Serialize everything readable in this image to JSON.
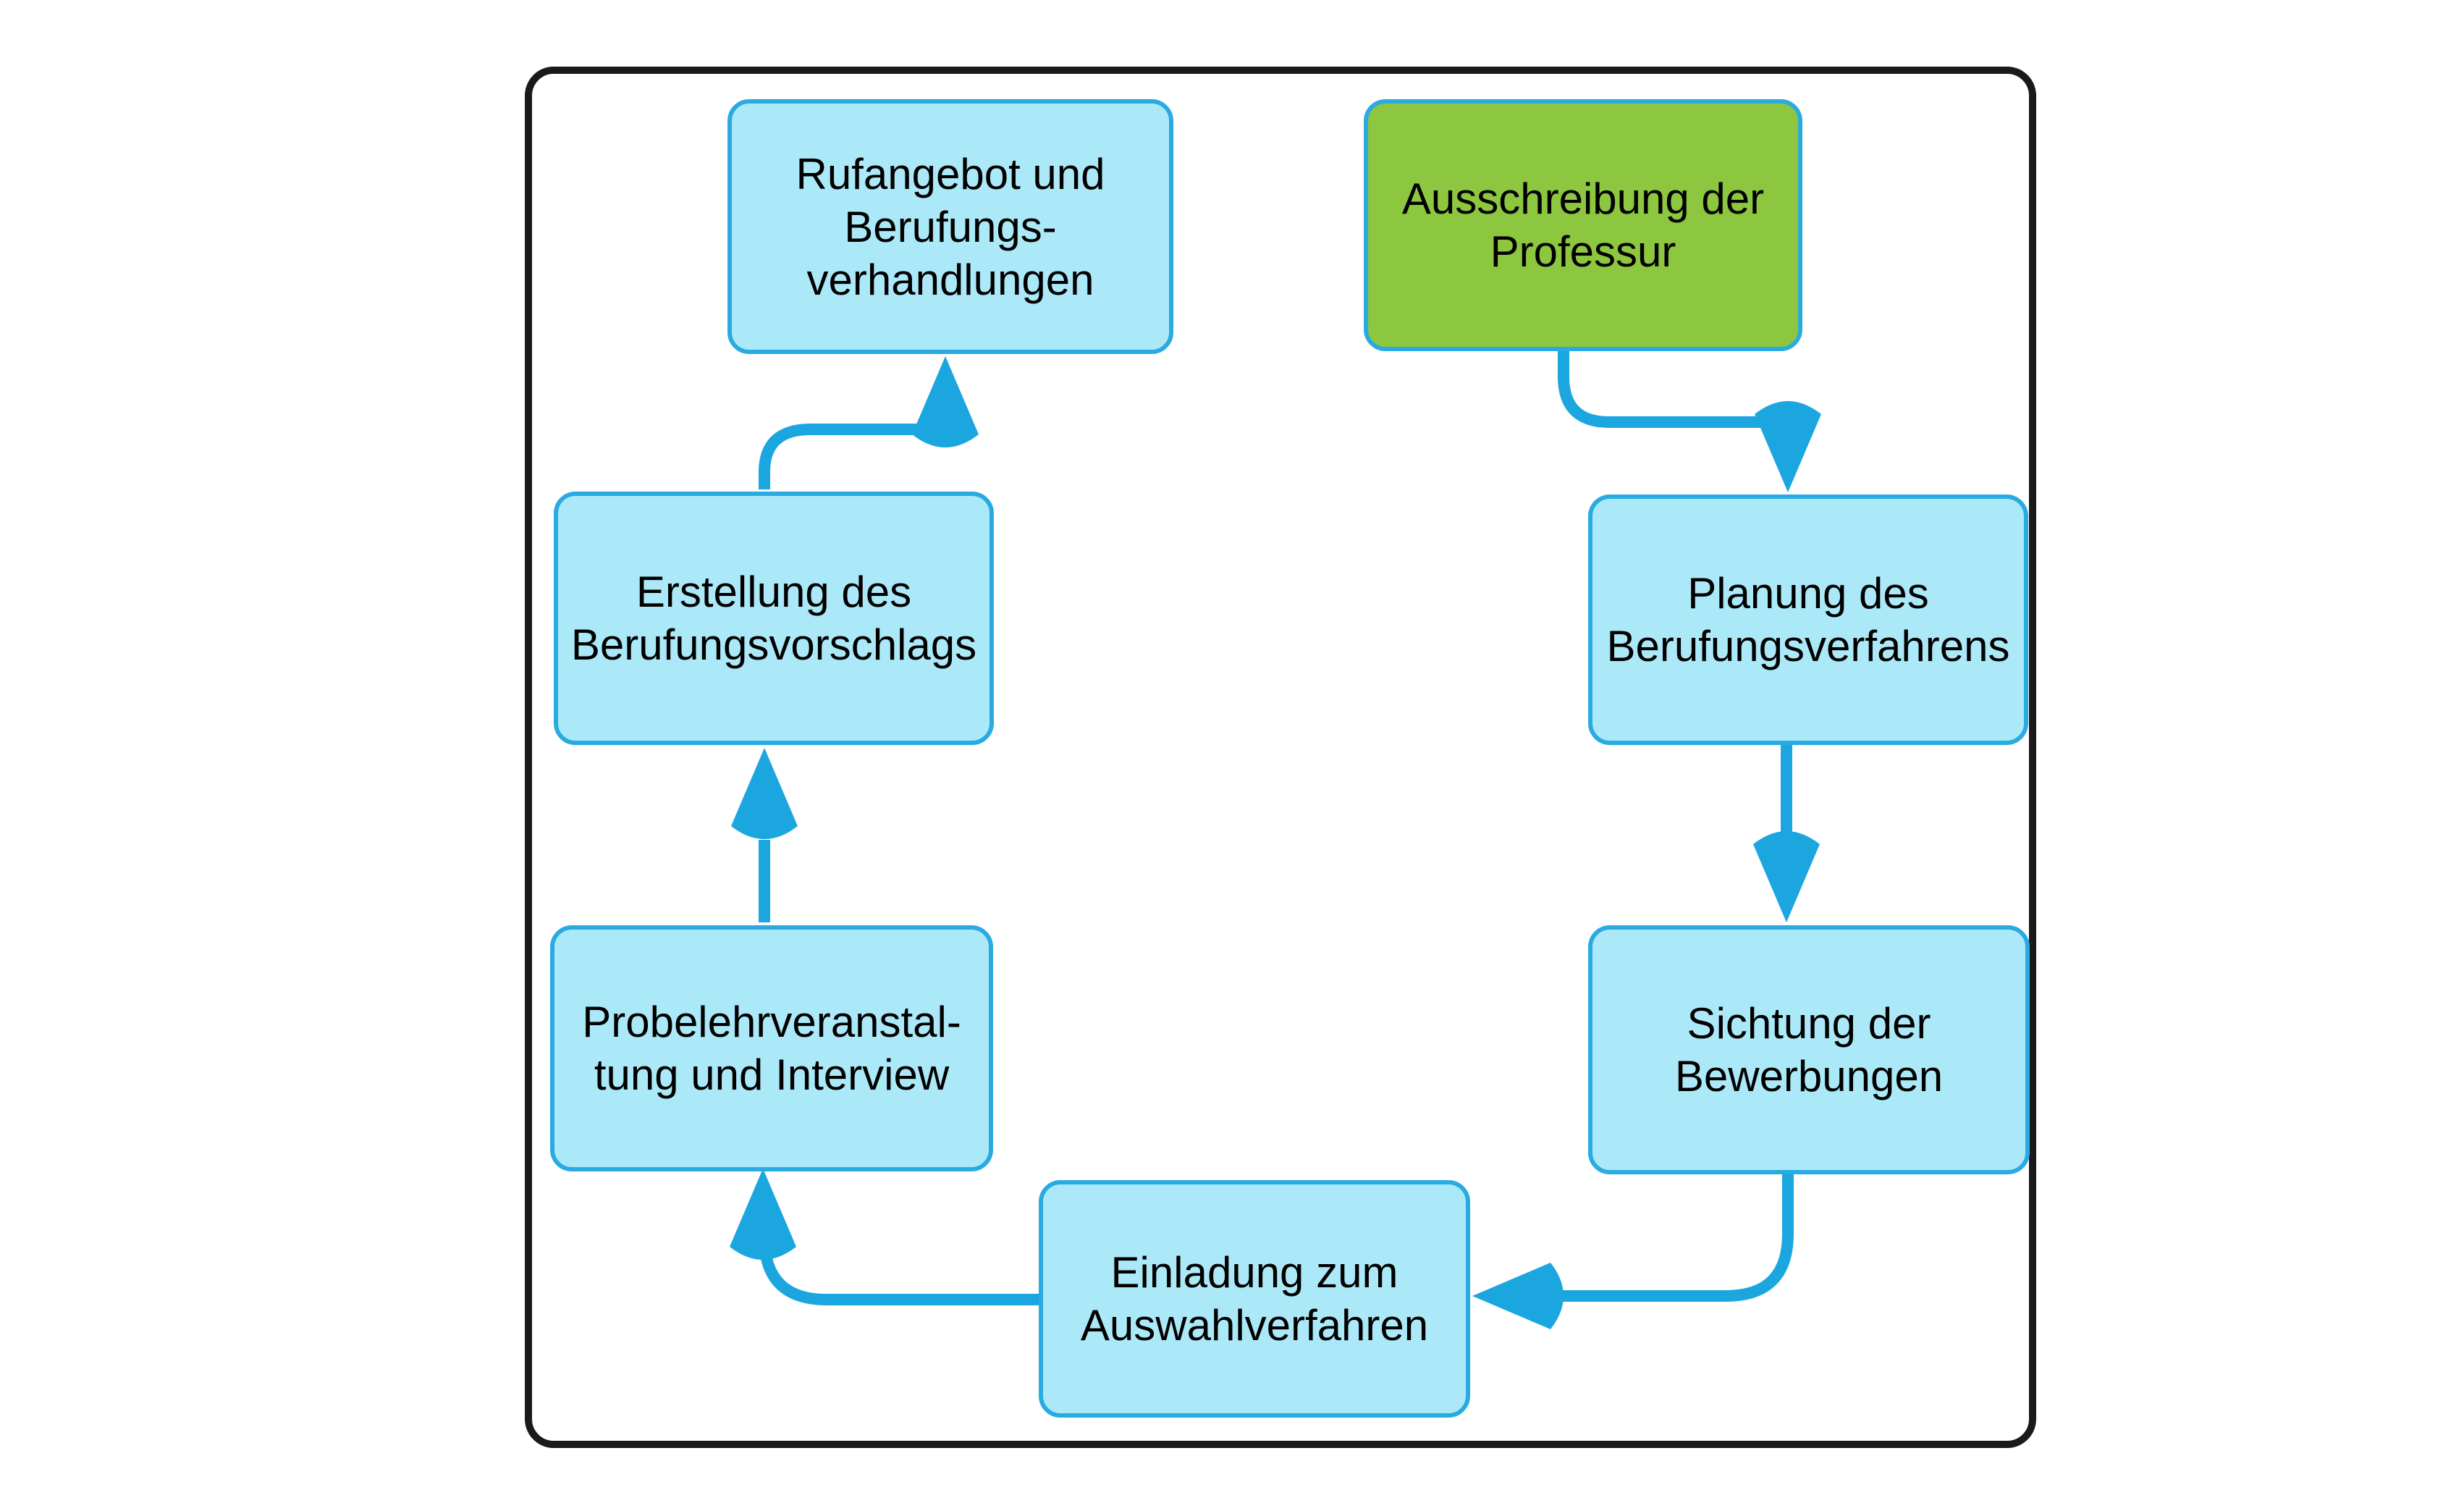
{
  "colors": {
    "page_bg": "#FFFFFF",
    "frame_border": "#1A1A1A",
    "arrow": "#1CA6E0",
    "node_border": "#29ABE2",
    "node_fill": "#ACE9F8",
    "start_fill": "#8DC63F",
    "text": "#000000"
  },
  "diagram": {
    "type": "flowchart-cycle",
    "nodes": {
      "ausschreibung": {
        "lines": [
          "Ausschreibung der",
          "Professur"
        ],
        "highlight": "green-start"
      },
      "planung": {
        "lines": [
          "Planung des",
          "Berufungsverfahrens"
        ]
      },
      "sichtung": {
        "lines": [
          "Sichtung der",
          "Bewerbungen"
        ]
      },
      "einladung": {
        "lines": [
          "Einladung zum",
          "Auswahlverfahren"
        ]
      },
      "probelehrveranstaltung": {
        "lines": [
          "Probelehrveranstal-",
          "tung und Interview"
        ]
      },
      "erstellung": {
        "lines": [
          "Erstellung des",
          "Berufungsvorschlags"
        ]
      },
      "rufangebot": {
        "lines": [
          "Rufangebot und",
          "Berufungs-",
          "verhandlungen"
        ]
      }
    },
    "edges": [
      {
        "from": "ausschreibung",
        "to": "planung"
      },
      {
        "from": "planung",
        "to": "sichtung"
      },
      {
        "from": "sichtung",
        "to": "einladung"
      },
      {
        "from": "einladung",
        "to": "probelehrveranstaltung"
      },
      {
        "from": "probelehrveranstaltung",
        "to": "erstellung"
      },
      {
        "from": "erstellung",
        "to": "rufangebot"
      }
    ]
  }
}
